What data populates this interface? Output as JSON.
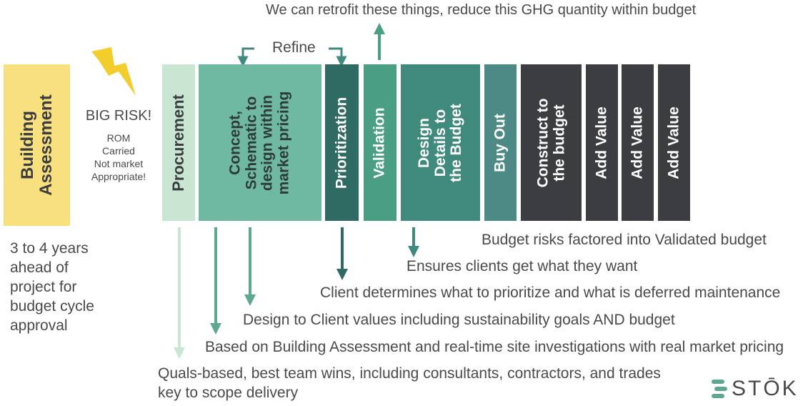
{
  "top_note": "We can retrofit these things, reduce this GHG quantity within budget",
  "refine_label": "Refine",
  "building_assessment": {
    "line1": "Building",
    "line2": "Assessment"
  },
  "big_risk": {
    "title": "BIG RISK!",
    "line1": "ROM",
    "line2": "Carried",
    "line3": "Not market",
    "line4": "Appropriate!"
  },
  "stages": [
    {
      "lines": [
        "Procurement"
      ]
    },
    {
      "lines": [
        "Concept,",
        "Schematic to",
        "design within",
        "market pricing"
      ]
    },
    {
      "lines": [
        "Prioritization"
      ]
    },
    {
      "lines": [
        "Validation"
      ]
    },
    {
      "lines": [
        "Design",
        "Details to",
        "the Budget"
      ]
    },
    {
      "lines": [
        "Buy Out"
      ]
    },
    {
      "lines": [
        "Construct to",
        "the budget"
      ]
    },
    {
      "lines": [
        "Add Value"
      ]
    },
    {
      "lines": [
        "Add Value"
      ]
    },
    {
      "lines": [
        "Add Value"
      ]
    }
  ],
  "left_note": [
    "3 to 4 years",
    "ahead of",
    "project for",
    "budget cycle",
    "approval"
  ],
  "notes": {
    "budget_risks": "Budget risks factored into Validated budget",
    "ensures": "Ensures clients get what they want",
    "client_determines": "Client determines what to prioritize and what is deferred maintenance",
    "design_to_client": "Design to Client values including sustainability goals AND budget",
    "based_on": "Based on Building Assessment and real-time site investigations with real market pricing",
    "quals_line1": "Quals-based, best team wins, including consultants, contractors, and trades",
    "quals_line2": "key to scope delivery"
  },
  "logo_text": "STŌK",
  "colors": {
    "assessment": "#f9e07f",
    "procurement": "#c8e6d2",
    "concept": "#6fb8a2",
    "prioritization": "#2f6b63",
    "validation": "#4a9e84",
    "design_details": "#3f8a7d",
    "buy_out": "#4e8a85",
    "dark": "#3b3d41",
    "lightning": "#f3cd2b",
    "text": "#4a4a4a"
  }
}
